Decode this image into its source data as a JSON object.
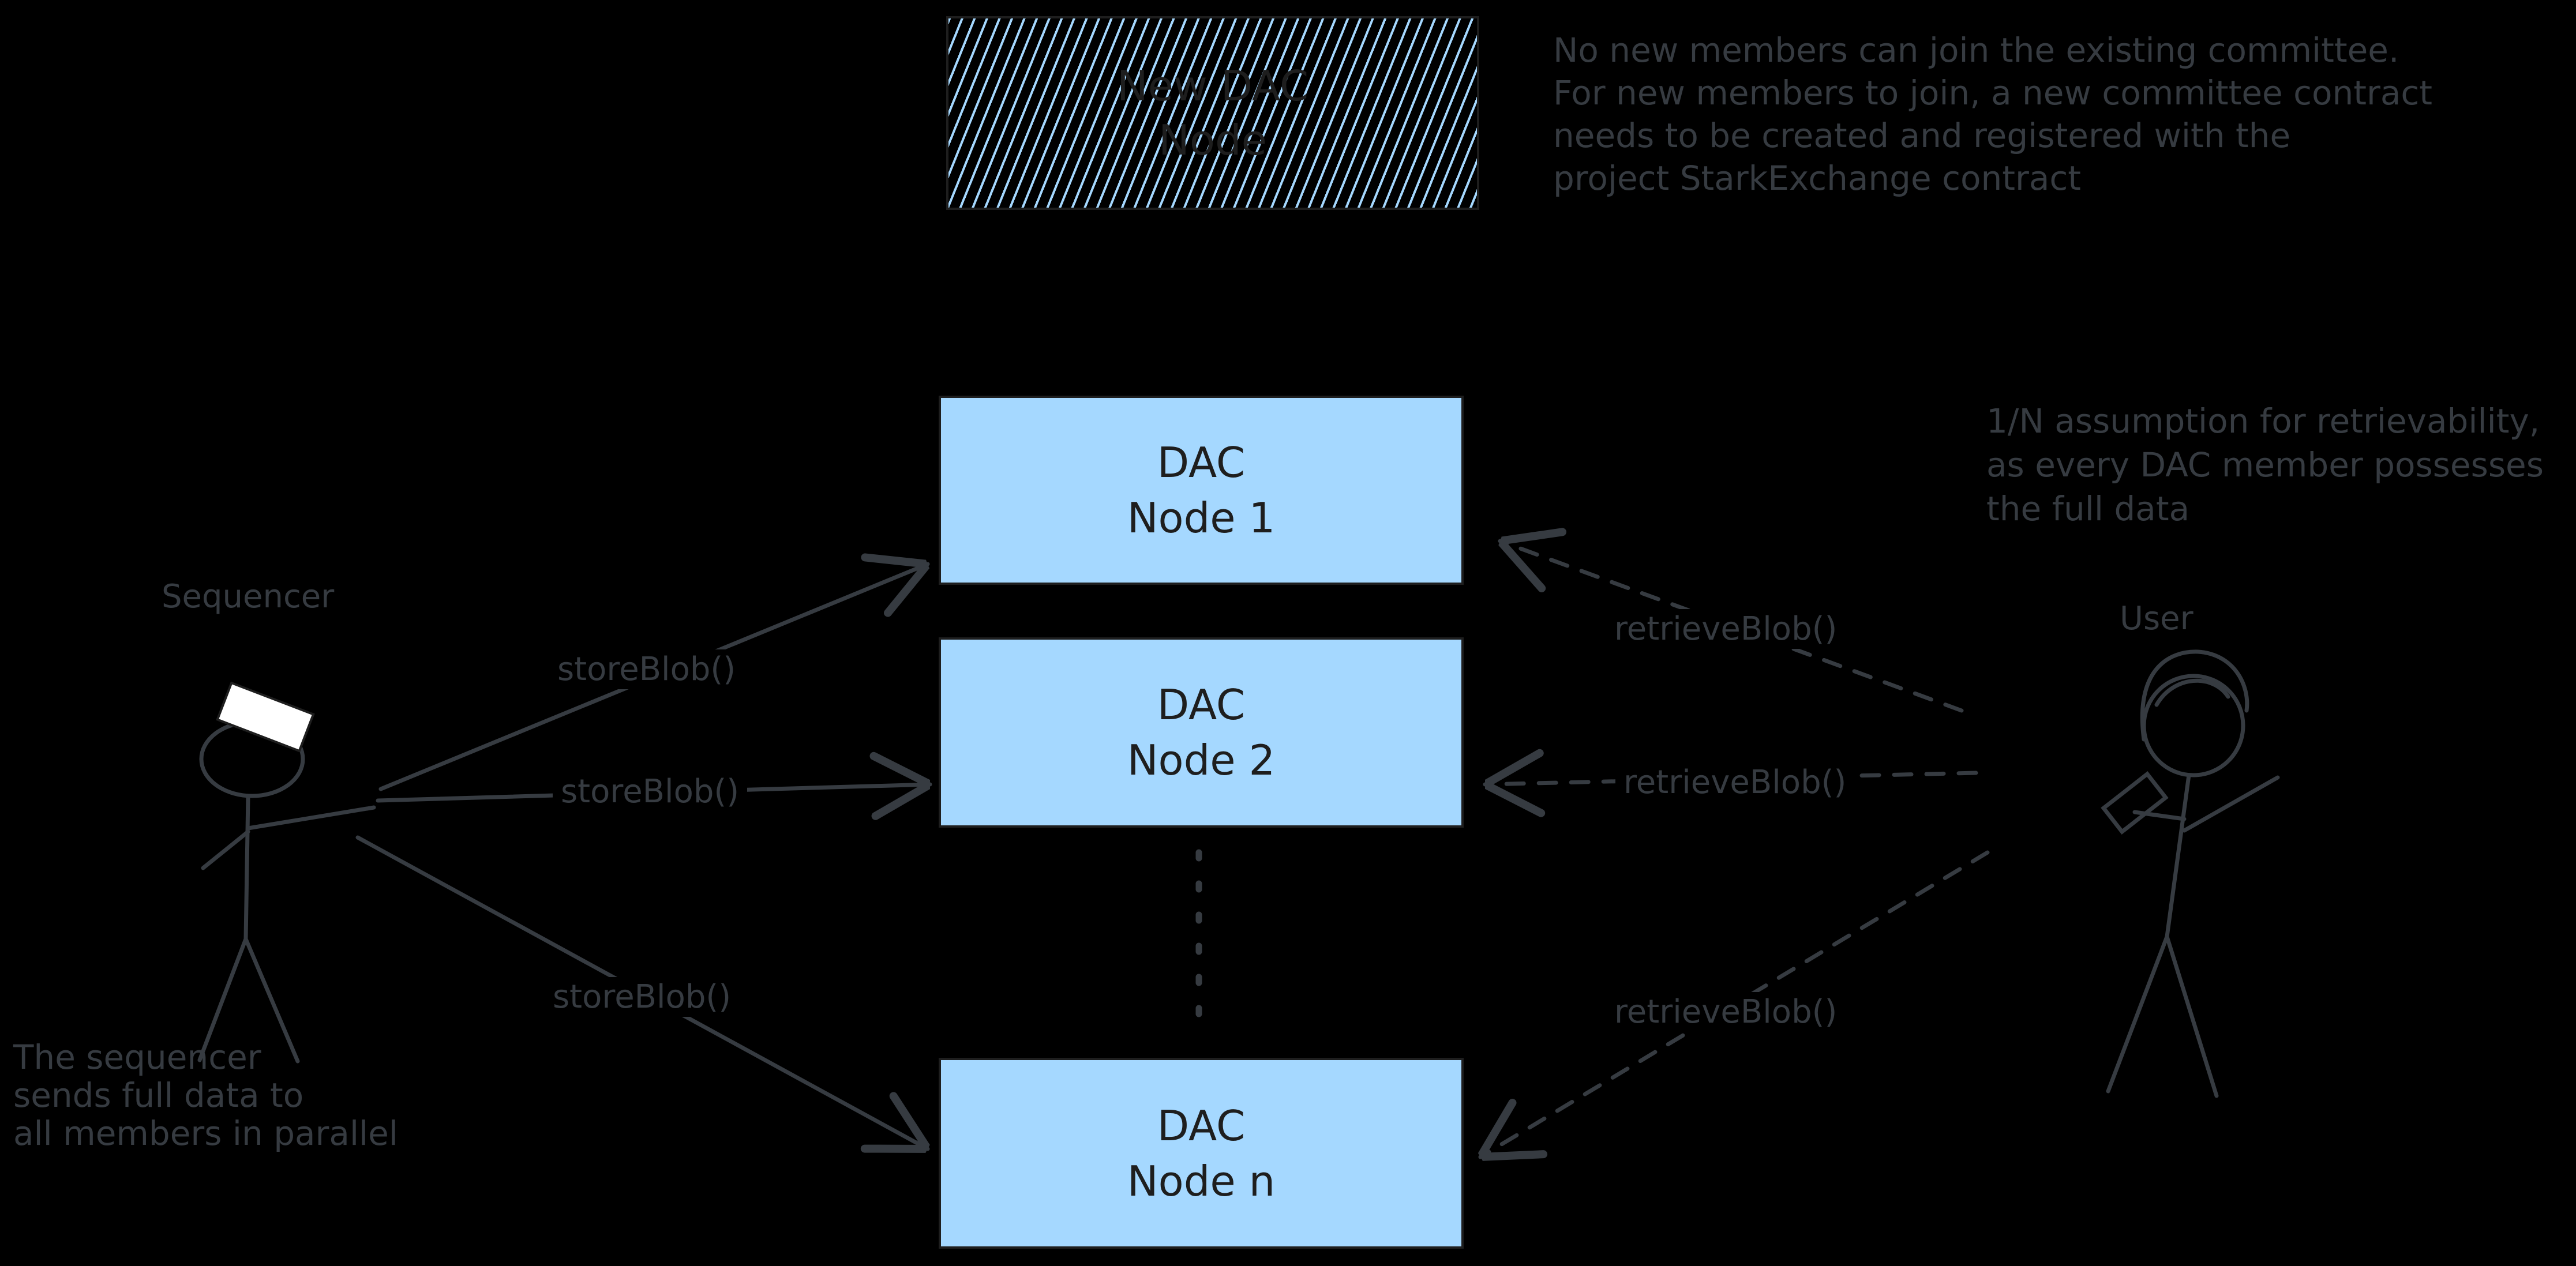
{
  "diagram": {
    "top_box": {
      "text": "New DAC\nNode"
    },
    "nodes": [
      {
        "text": "DAC\nNode 1"
      },
      {
        "text": "DAC\nNode 2"
      },
      {
        "text": "DAC\nNode n"
      }
    ],
    "actors": {
      "sequencer": "Sequencer",
      "user": "User"
    },
    "calls": {
      "store": "storeBlob()",
      "retrieve": "retrieveBlob()"
    },
    "notes": {
      "top_right": "No new members can join the existing committee.\nFor new members to join, a new committee contract\nneeds to be created and registered with the\nproject StarkExchange contract",
      "one_over_n": "1/N assumption for retrievability,\nas every DAC member possesses\nthe full data",
      "bottom_left": "The sequencer\nsends full data to\nall members in parallel"
    },
    "colors": {
      "background": "#000000",
      "node_fill": "#a5d8ff",
      "box_stroke": "#1e1e1e",
      "annotation": "#363b41",
      "held_item": "#ffffff"
    }
  }
}
